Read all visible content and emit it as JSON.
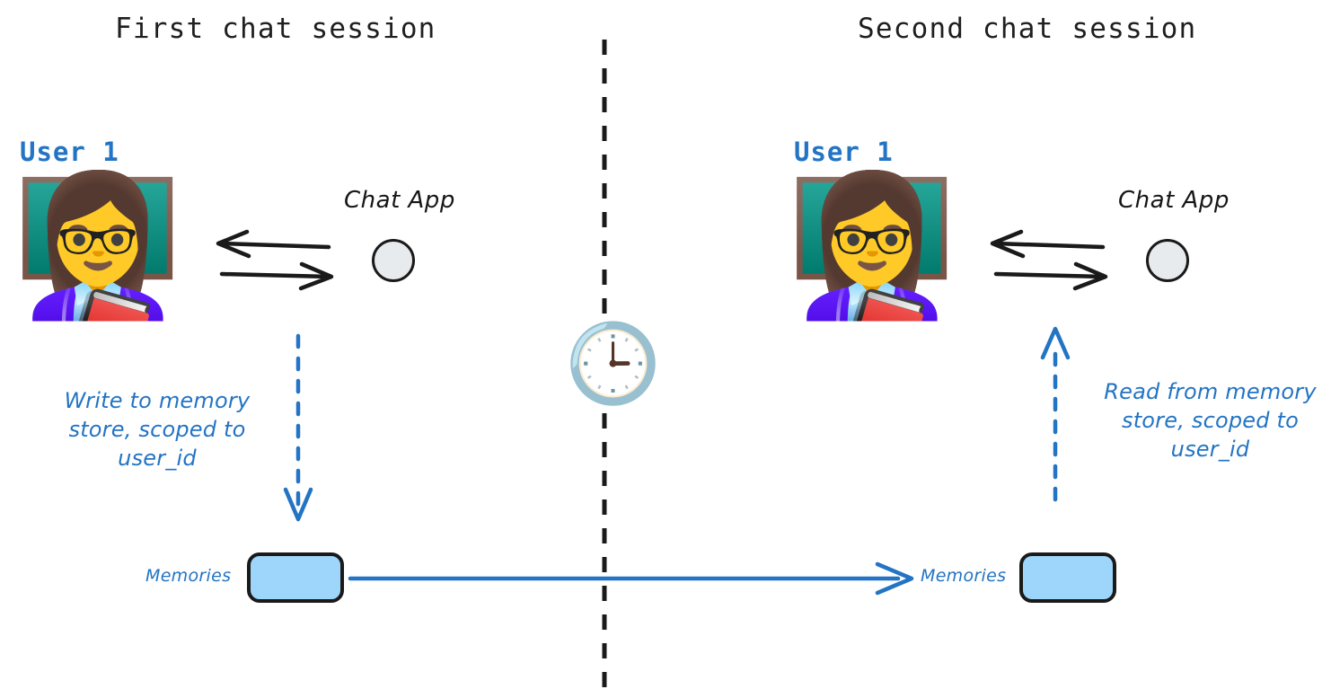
{
  "diagram": {
    "title_left": "First chat session",
    "title_right": "Second chat session",
    "divider": {
      "style": "dashed-vertical",
      "color": "#1a1a1a"
    },
    "accent_blue": "#2374c4",
    "memory_fill": "#9ed6fb",
    "circle_fill": "#e8ebee"
  },
  "left_session": {
    "title": "First chat session",
    "user_label": "User 1",
    "avatar_icon": "woman-teacher-emoji",
    "avatar_glyph": "👩‍🏫",
    "chat_app_label": "Chat App",
    "chat_app_icon": "circle-node-icon",
    "exchange_arrow_top": "arrow-left-icon",
    "exchange_arrow_bottom": "arrow-right-icon",
    "flow_arrow": "dashed-arrow-down-icon",
    "annotation_lines": [
      "Write to memory",
      "store, scoped to",
      "user_id"
    ],
    "memories_label": "Memories",
    "memories_box_icon": "rounded-rect-store-icon"
  },
  "right_session": {
    "title": "Second chat session",
    "user_label": "User 1",
    "avatar_icon": "woman-teacher-emoji",
    "avatar_glyph": "👩‍🏫",
    "chat_app_label": "Chat App",
    "chat_app_icon": "circle-node-icon",
    "exchange_arrow_top": "arrow-left-icon",
    "exchange_arrow_bottom": "arrow-right-icon",
    "flow_arrow": "dashed-arrow-up-icon",
    "annotation_lines": [
      "Read from memory",
      "store, scoped to",
      "user_id"
    ],
    "memories_label": "Memories",
    "memories_box_icon": "rounded-rect-store-icon"
  },
  "time_divider": {
    "clock_icon": "clock-three-oclock-emoji",
    "clock_glyph": "🕒"
  },
  "persistence_link": {
    "icon": "arrow-right-long-icon",
    "color": "#2374c4",
    "from": "Memories (first session)",
    "to": "Memories (second session)"
  }
}
